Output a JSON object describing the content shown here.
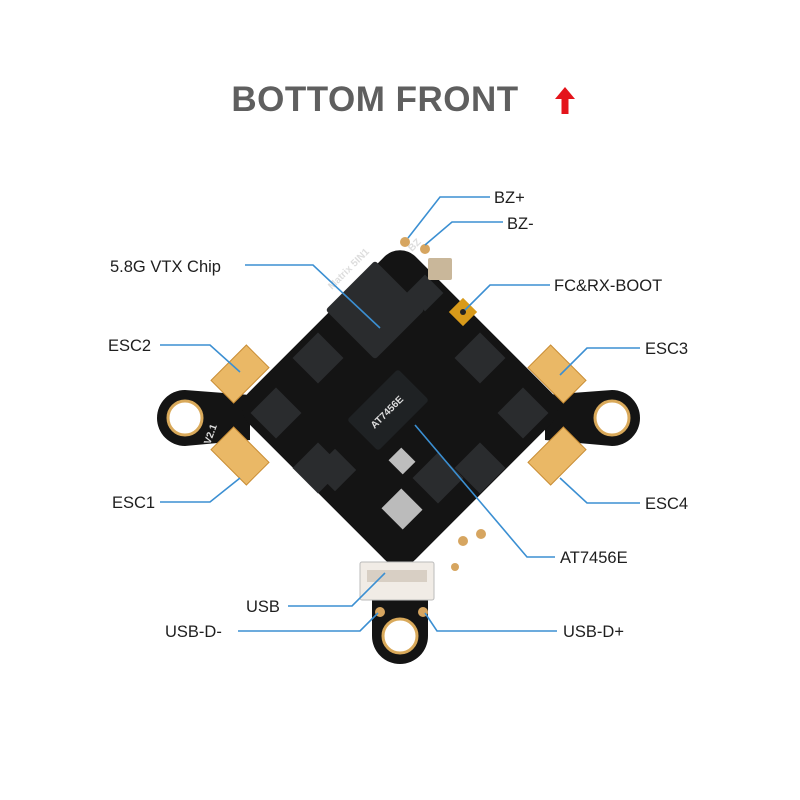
{
  "title": "BOTTOM FRONT",
  "title_arrow_icon": "red-up-arrow-icon",
  "colors": {
    "accent": "#e4141b",
    "leader": "#3b8fd2",
    "title": "#5f5f5f",
    "board": "#141414",
    "connector": "#e9b35a"
  },
  "board": {
    "silkscreen_name": "Matrix 5IN1",
    "silkscreen_version": "V2.1",
    "silkscreen_bz": "BZ",
    "chip_marking": "AT7456E"
  },
  "labels": {
    "bz_plus": "BZ+",
    "bz_minus": "BZ-",
    "vtx_chip": "5.8G VTX Chip",
    "boot": "FC&RX-BOOT",
    "esc2": "ESC2",
    "esc3": "ESC3",
    "esc1": "ESC1",
    "esc4": "ESC4",
    "osd": "AT7456E",
    "usb": "USB",
    "usb_dm": "USB-D-",
    "usb_dp": "USB-D+"
  }
}
